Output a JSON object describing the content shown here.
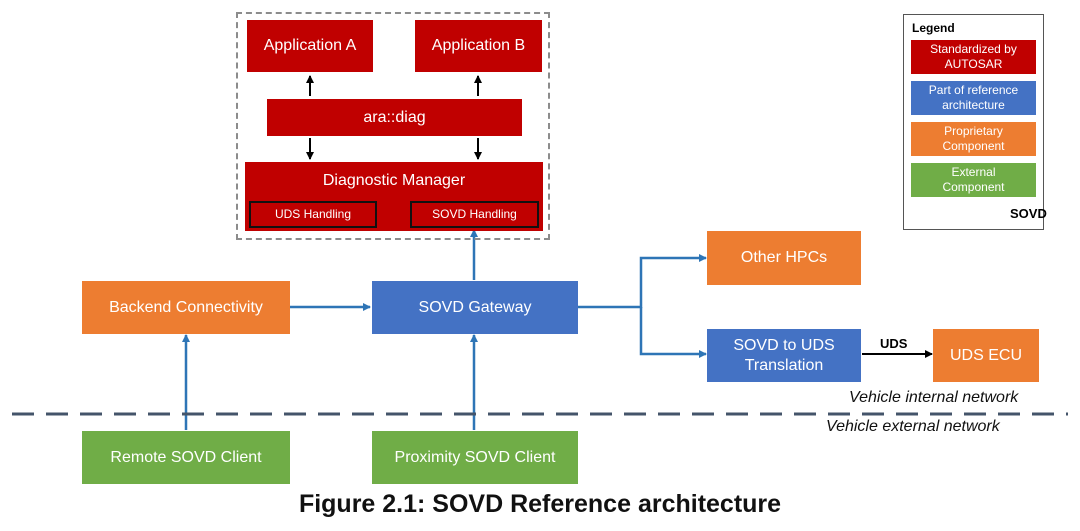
{
  "diagram": {
    "nodes": {
      "app_a": "Application A",
      "app_b": "Application B",
      "ara_diag": "ara::diag",
      "dm": "Diagnostic Manager",
      "uds_handling": "UDS Handling",
      "sovd_handling": "SOVD Handling",
      "backend": "Backend Connectivity",
      "gateway": "SOVD Gateway",
      "other_hpcs": "Other HPCs",
      "translation": "SOVD to UDS\nTranslation",
      "uds_ecu": "UDS ECU",
      "remote_client": "Remote SOVD Client",
      "proximity_client": "Proximity SOVD Client"
    },
    "edge_label_uds": "UDS",
    "network_internal": "Vehicle internal network",
    "network_external": "Vehicle external network"
  },
  "legend": {
    "title": "Legend",
    "items": [
      {
        "label": "Standardized by\nAUTOSAR",
        "color": "#c00000"
      },
      {
        "label": "Part of reference\narchitecture",
        "color": "#4472c4"
      },
      {
        "label": "Proprietary\nComponent",
        "color": "#ed7d31"
      },
      {
        "label": "External\nComponent",
        "color": "#70ad47"
      }
    ],
    "arrow_label": "SOVD",
    "arrow_color": "#2e75b6"
  },
  "caption": "Figure 2.1: SOVD Reference architecture"
}
